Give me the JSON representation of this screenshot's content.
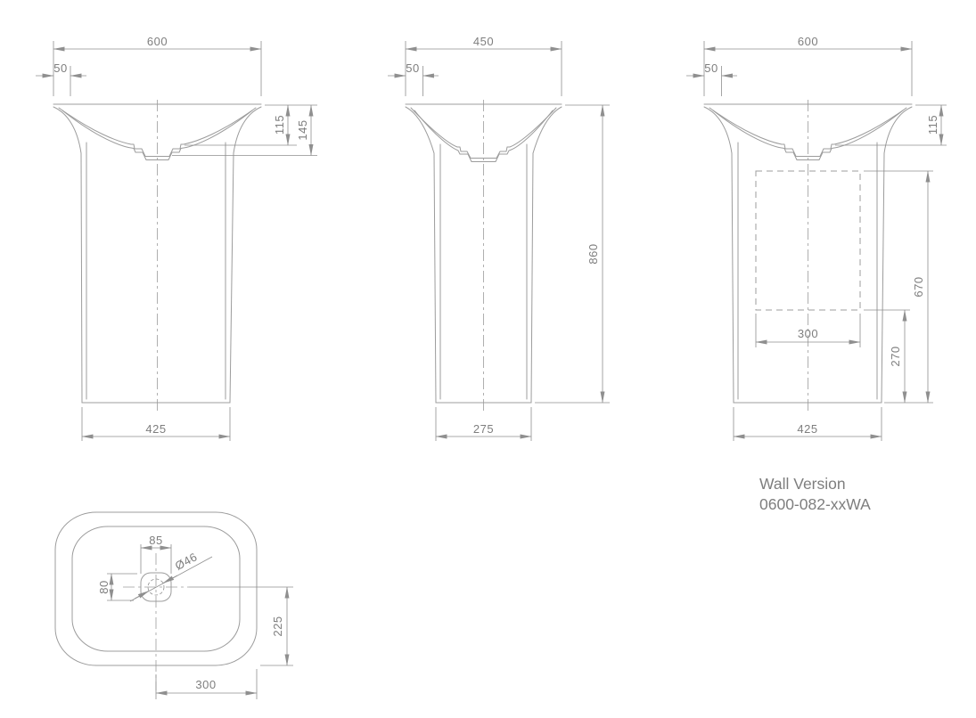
{
  "colors": {
    "object_line": "#9c9c9c",
    "dimension_line": "#8f8f8f",
    "text": "#7e7e7e",
    "background": "#ffffff"
  },
  "front_view": {
    "width_label": "600",
    "rim_offset_label": "50",
    "bowl_depth_label": "115",
    "drain_depth_label": "145",
    "base_width_label": "425"
  },
  "side_view": {
    "width_label": "450",
    "rim_offset_label": "50",
    "height_label": "860",
    "base_width_label": "275"
  },
  "wall_view": {
    "width_label": "600",
    "rim_offset_label": "50",
    "bowl_depth_label": "115",
    "plate_top_label": "670",
    "plate_bottom_label": "270",
    "plate_width_label": "300",
    "base_width_label": "425",
    "caption_line1": "Wall Version",
    "caption_line2": "0600-082-xxWA"
  },
  "plan_view": {
    "drain_width_label": "85",
    "drain_depth_label": "80",
    "drain_diameter_label": "Ø46",
    "drain_to_front_label": "225",
    "drain_to_side_label": "300"
  }
}
